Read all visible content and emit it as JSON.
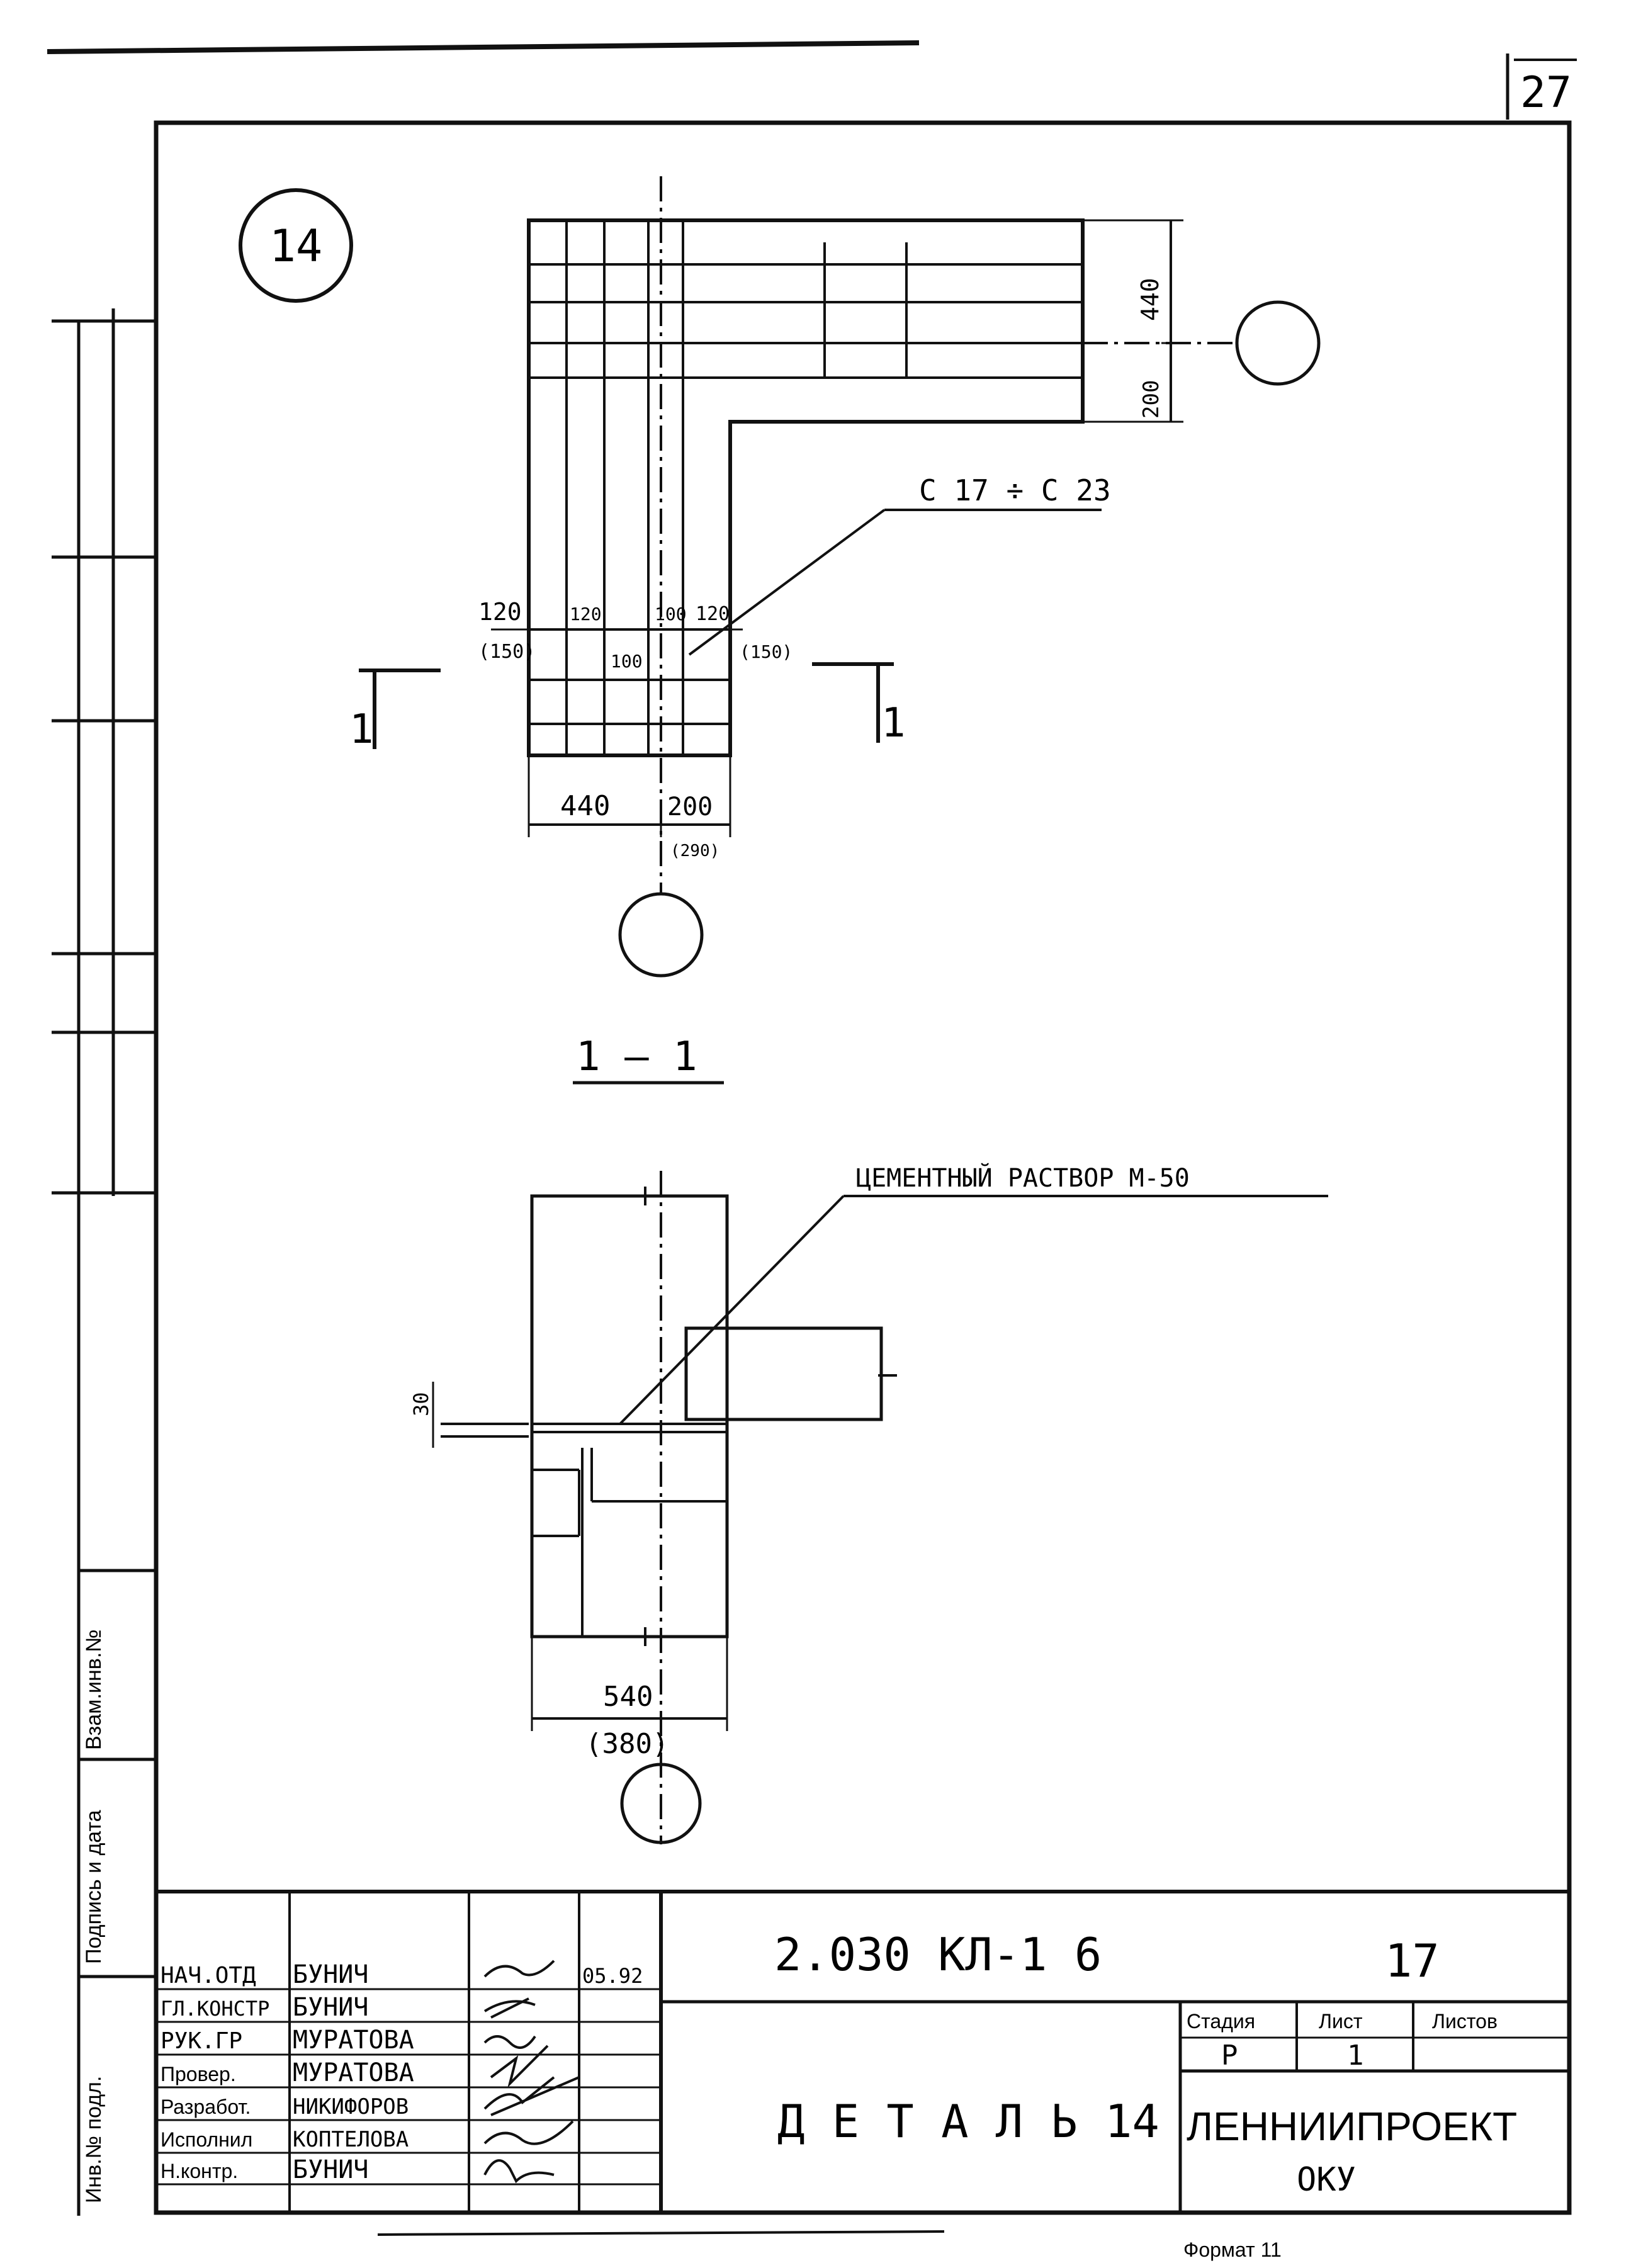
{
  "sheet_number_corner": "27",
  "detail_marker": "14",
  "plan": {
    "dim_top_440": "440",
    "dim_top_200": "200",
    "callout": "C 17 ÷ C 23",
    "dim_left_120": "120",
    "dim_left_150": "(150)",
    "dim_120b": "120",
    "dim_100a": "100",
    "dim_100b": "100",
    "dim_120c": "120",
    "dim_150b": "(150)",
    "dim_bottom_440": "440",
    "dim_bottom_200": "200",
    "dim_bottom_paren": "(290)",
    "section_left": "1",
    "section_right": "1",
    "section_title": "1 — 1"
  },
  "section": {
    "callout": "ЦЕМЕНТНЫЙ РАСТВОР М-50",
    "dim_30": "30",
    "dim_540": "540",
    "dim_380": "(380)"
  },
  "side_stamp": {
    "inv_podl": "Инв.№ подл.",
    "podpis_data": "Подпись и дата",
    "vzam_inv": "Взам.инв.№"
  },
  "title_block": {
    "doc_code": "2.030  КЛ-1     6",
    "sheet_num": "17",
    "rows": [
      {
        "role": "НАЧ.ОТД",
        "name": "БУНИЧ",
        "date": "05.92"
      },
      {
        "role": "ГЛ.КОНСТР",
        "name": "БУНИЧ",
        "date": ""
      },
      {
        "role": "РУК.ГР",
        "name": "МУРАТОВА",
        "date": ""
      },
      {
        "role": "Провер.",
        "name": "МУРАТОВА",
        "date": ""
      },
      {
        "role": "Разработ.",
        "name": "НИКИФОРОВ",
        "date": ""
      },
      {
        "role": "Исполнил",
        "name": "КОПТЕЛОВА",
        "date": ""
      },
      {
        "role": "Н.контр.",
        "name": "БУНИЧ",
        "date": ""
      }
    ],
    "title": "Д Е Т А Л Ь   14",
    "stage_label": "Стадия",
    "sheet_label": "Лист",
    "sheets_label": "Листов",
    "stage_value": "Р",
    "sheet_value": "1",
    "org": "ЛЕННИИПРОЕКТ",
    "dept": "ОКУ"
  },
  "format_label": "Формат 11"
}
